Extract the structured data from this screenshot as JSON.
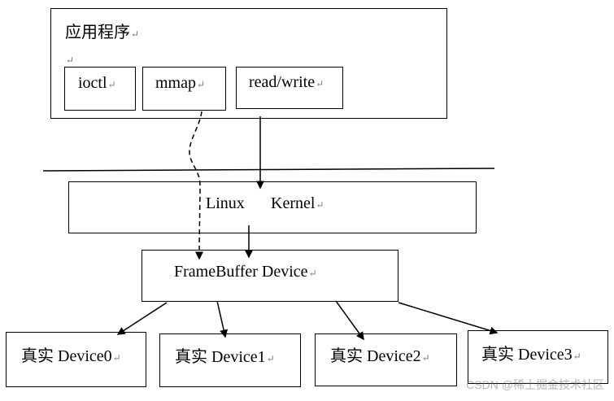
{
  "app_box": {
    "title": "应用程序",
    "calls": [
      {
        "label": "ioctl"
      },
      {
        "label": "mmap"
      },
      {
        "label": "read/write"
      }
    ]
  },
  "kernel": {
    "label_left": "Linux",
    "label_right": "Kernel"
  },
  "framebuffer": {
    "label": "FrameBuffer Device"
  },
  "devices": [
    {
      "label": "真实 Device0"
    },
    {
      "label": "真实 Device1"
    },
    {
      "label": "真实 Device2"
    },
    {
      "label": "真实 Device3"
    }
  ],
  "paragraph_mark": "↵",
  "watermark": "CSDN @稀土掘金技术社区",
  "colors": {
    "line": "#000000",
    "paragraph_mark": "#7a7a7a"
  }
}
